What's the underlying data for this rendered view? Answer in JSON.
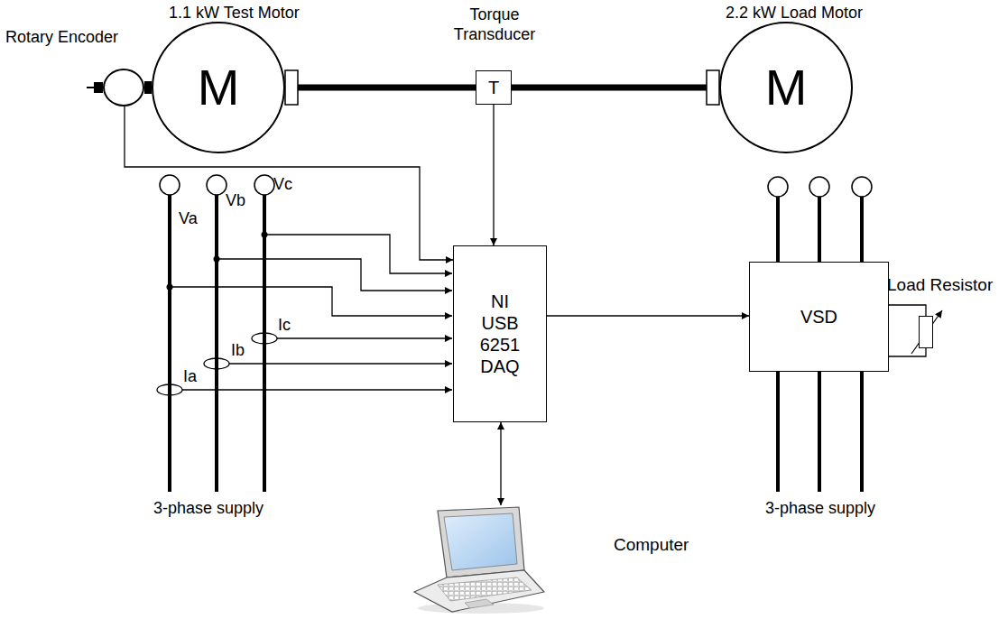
{
  "diagram": {
    "nodes": [
      {
        "text": [
          "Rotary Encoder"
        ]
      },
      {
        "text": [
          "1.1 kW Test Motor",
          "M"
        ]
      },
      {
        "text": [
          "Torque Transducer",
          "T"
        ]
      },
      {
        "text": [
          "2.2 kW Load Motor",
          "M"
        ]
      },
      {
        "text": [
          "NI USB 6251 DAQ"
        ]
      },
      {
        "text": [
          "VSD"
        ]
      },
      {
        "text": [
          "Load Resistor"
        ]
      },
      {
        "text": [
          "Computer"
        ]
      }
    ],
    "edges": [
      {
        "from": 0,
        "to": 1,
        "arrow": "none"
      },
      {
        "from": 1,
        "to": 2,
        "arrow": "none"
      },
      {
        "from": 2,
        "to": 3,
        "arrow": "none"
      },
      {
        "from": 0,
        "to": 4,
        "arrow": "to"
      },
      {
        "from": 2,
        "to": 4,
        "arrow": "to"
      },
      {
        "from": 4,
        "to": 5,
        "arrow": "to"
      },
      {
        "from": 4,
        "to": 7,
        "arrow": "both"
      },
      {
        "from": 5,
        "to": 6,
        "arrow": "none"
      }
    ],
    "labels": [
      "Va",
      "Vb",
      "Vc",
      "Ic",
      "Ib",
      "Ia",
      "3-phase supply",
      "3-phase supply"
    ]
  }
}
